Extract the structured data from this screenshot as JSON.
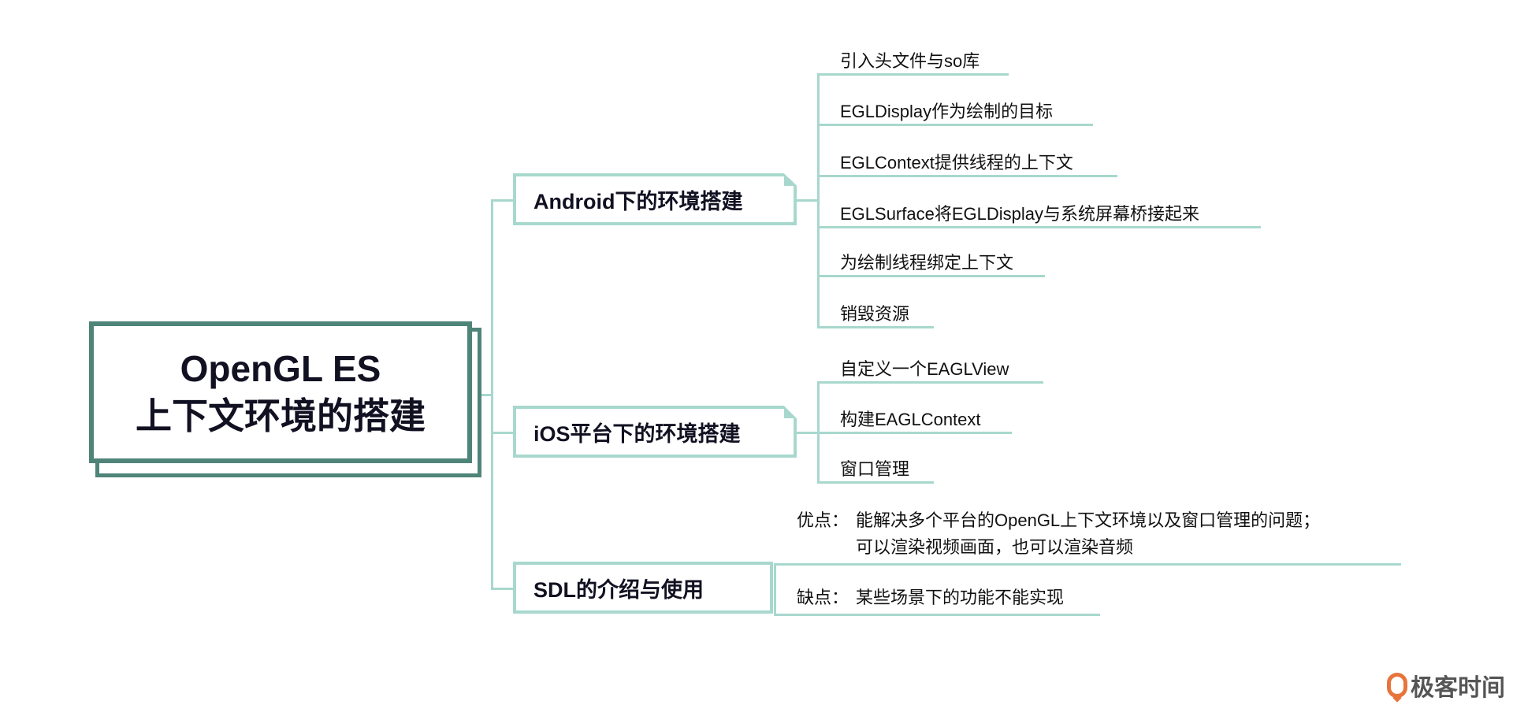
{
  "root": {
    "line1": "OpenGL ES",
    "line2": "上下文环境的搭建"
  },
  "branches": [
    {
      "label": "Android下的环境搭建",
      "children": [
        "引入头文件与so库",
        "EGLDisplay作为绘制的目标",
        "EGLContext提供线程的上下文",
        "EGLSurface将EGLDisplay与系统屏幕桥接起来",
        "为绘制线程绑定上下文",
        "销毁资源"
      ]
    },
    {
      "label": "iOS平台下的环境搭建",
      "children": [
        "自定义一个EAGLView",
        "构建EAGLContext",
        "窗口管理"
      ]
    },
    {
      "label": "SDL的介绍与使用",
      "pros_label": "优点：",
      "pros_line1": "能解决多个平台的OpenGL上下文环境以及窗口管理的问题；",
      "pros_line2": "可以渲染视频画面，也可以渲染音频",
      "cons_label": "缺点：",
      "cons": "某些场景下的功能不能实现"
    }
  ],
  "watermark": "极客时间",
  "colors": {
    "line": "#a8d8cd",
    "root_border": "#4f8479",
    "logo": "#e8743b"
  }
}
